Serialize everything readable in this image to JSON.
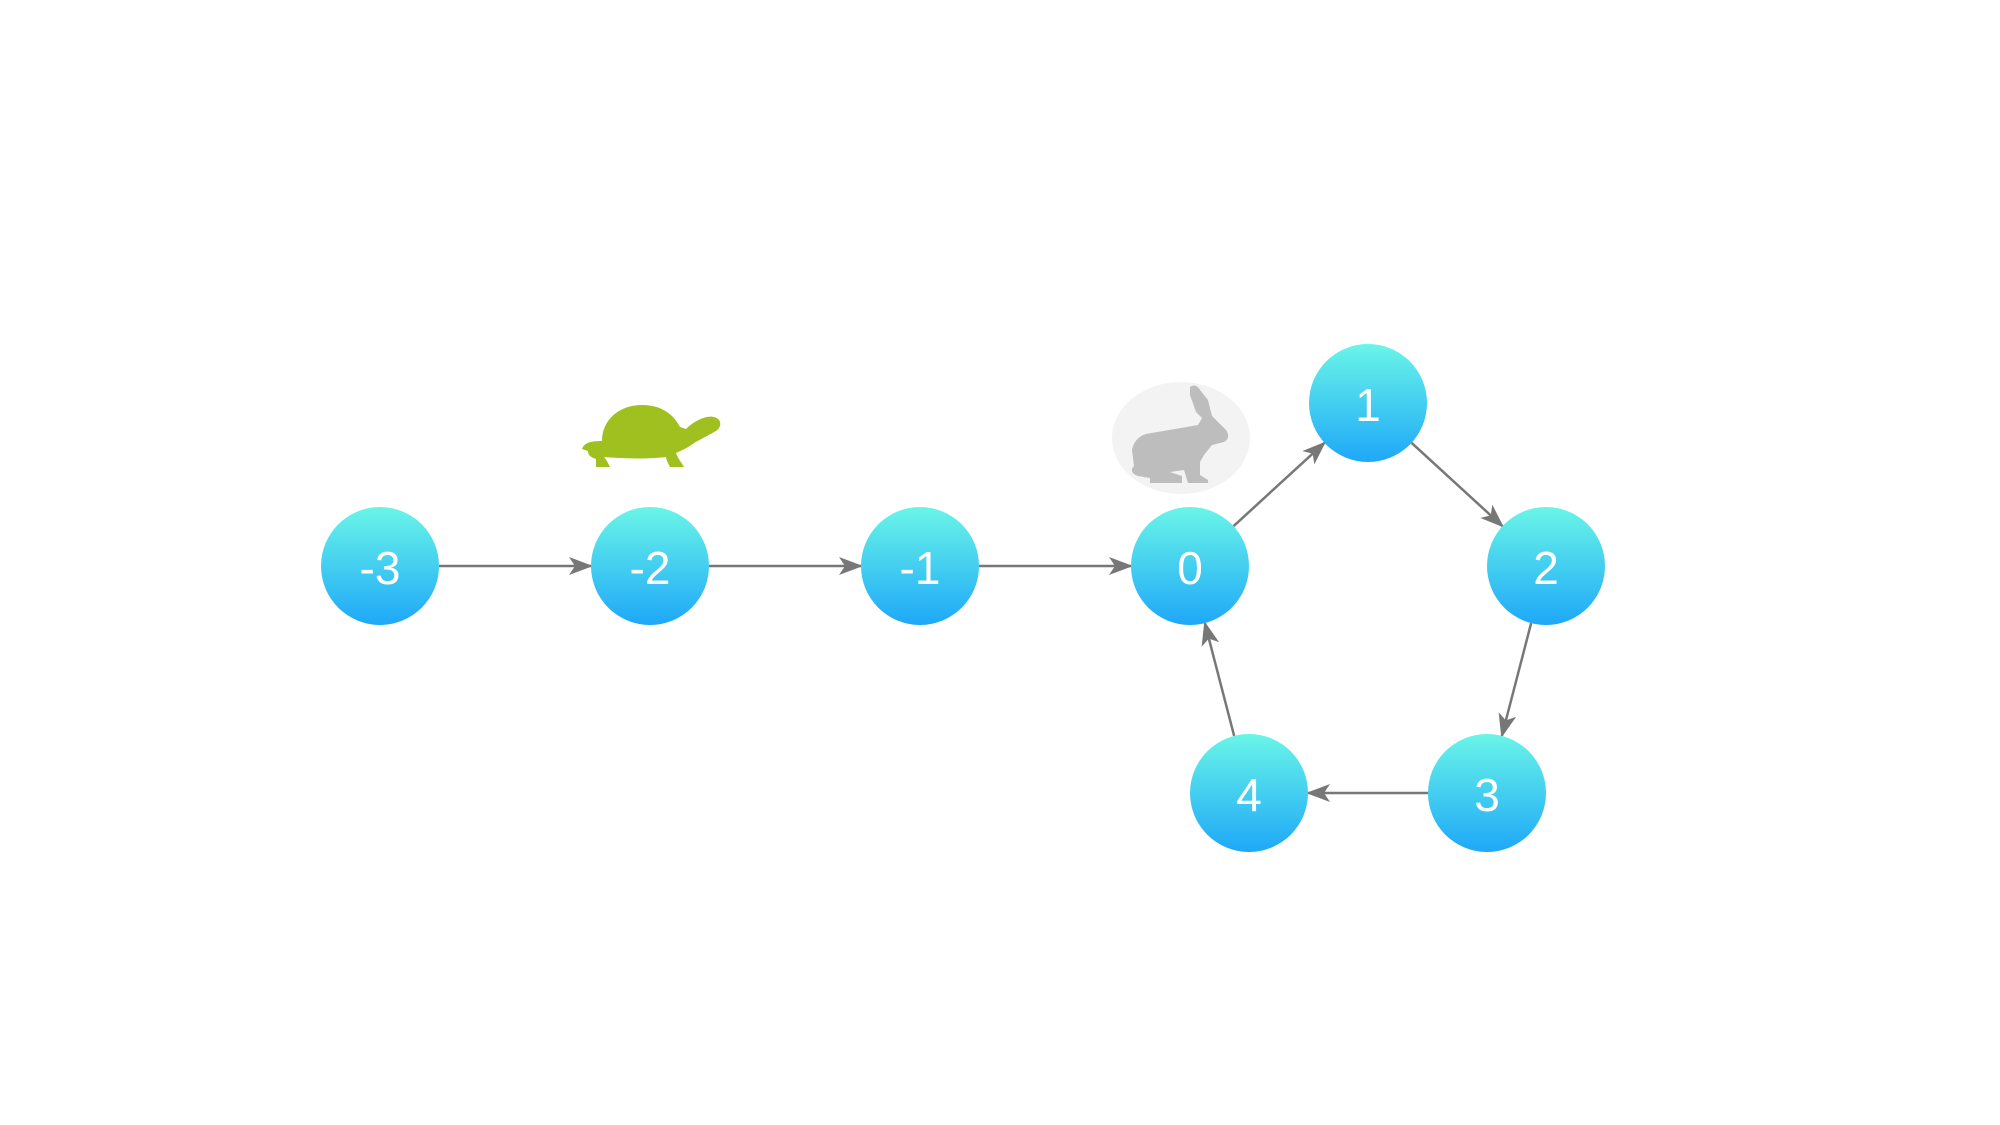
{
  "nodes": [
    {
      "id": "-3",
      "label": "-3"
    },
    {
      "id": "-2",
      "label": "-2"
    },
    {
      "id": "-1",
      "label": "-1"
    },
    {
      "id": "0",
      "label": "0"
    },
    {
      "id": "1",
      "label": "1"
    },
    {
      "id": "2",
      "label": "2"
    },
    {
      "id": "3",
      "label": "3"
    },
    {
      "id": "4",
      "label": "4"
    }
  ],
  "edges": [
    [
      "-3",
      "-2"
    ],
    [
      "-2",
      "-1"
    ],
    [
      "-1",
      "0"
    ],
    [
      "0",
      "1"
    ],
    [
      "1",
      "2"
    ],
    [
      "2",
      "3"
    ],
    [
      "3",
      "4"
    ],
    [
      "4",
      "0"
    ]
  ],
  "markers": {
    "tortoise_at": "-2",
    "hare_at": "0"
  },
  "colors": {
    "node_top": "#6af5e8",
    "node_bottom": "#1ea8f8",
    "edge": "#777777",
    "tortoise": "#a0c020",
    "hare": "#bdbdbd"
  }
}
